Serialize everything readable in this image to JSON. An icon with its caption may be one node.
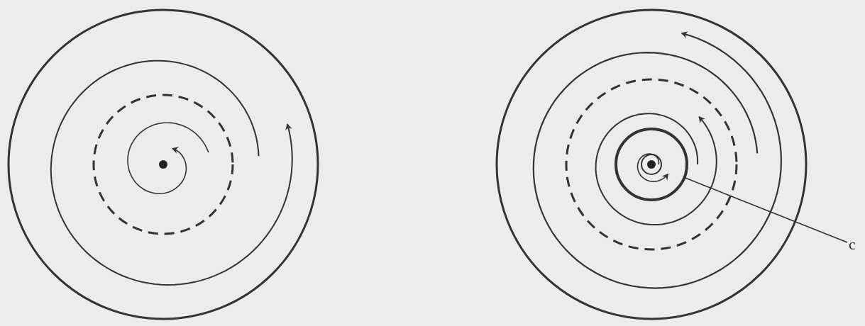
{
  "diagram": {
    "nodes": [
      {
        "text": [
          "c"
        ]
      },
      {
        "text": [],
        "shape": "circle"
      }
    ],
    "edges": [
      {
        "from": 0,
        "to": 1,
        "arrow": "none"
      }
    ]
  }
}
